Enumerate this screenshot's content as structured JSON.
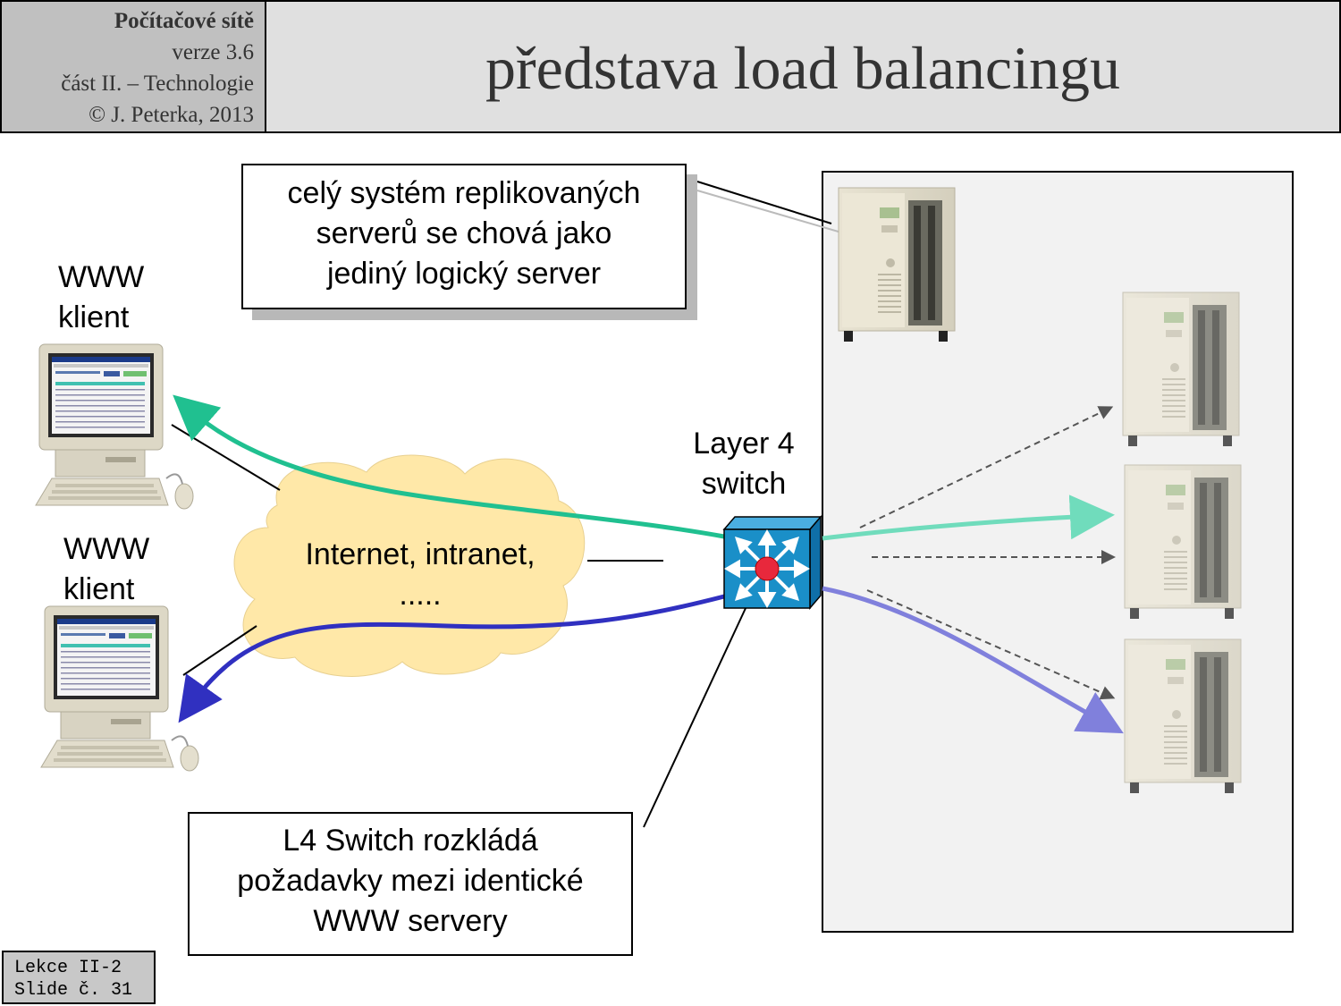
{
  "header": {
    "course_title": "Počítačové sítě",
    "version": "verze 3.6",
    "part": "část  II. – Technologie",
    "copyright": "© J. Peterka, 2013",
    "slide_title": "představa load balancingu"
  },
  "callouts": {
    "replicated_line1": "celý systém replikovaných",
    "replicated_line2": "serverů se chová jako",
    "replicated_line3": "jediný logický server",
    "switch_line1": "L4 Switch rozkládá",
    "switch_line2": "požadavky mezi identické",
    "switch_line3": "WWW servery"
  },
  "clients": [
    {
      "line1": "WWW",
      "line2": "klient"
    },
    {
      "line1": "WWW",
      "line2": "klient"
    }
  ],
  "cloud": {
    "line1": "Internet, intranet,",
    "line2": "....."
  },
  "switch": {
    "line1": "Layer 4",
    "line2": "switch"
  },
  "footer": {
    "line1": "Lekce II-2",
    "line2": "Slide č. 31"
  },
  "colors": {
    "request_flow": "#20c090",
    "response_flow": "#3030c0",
    "cloud": "#ffe8a8",
    "switch": "#1a8fc8"
  }
}
